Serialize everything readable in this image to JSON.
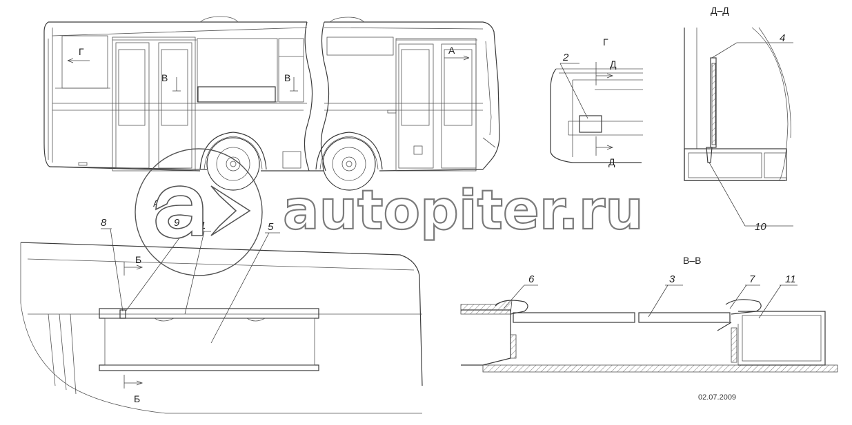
{
  "views": {
    "section_dd": "Д–Д",
    "view_g": "Г",
    "section_vv": "В–В"
  },
  "section_marks": {
    "g": "Г",
    "a": "А",
    "a_lower": "А",
    "v_left": "В",
    "v_right": "В",
    "d_top": "Д",
    "d_bottom": "Д",
    "b_top": "Б",
    "b_bottom": "Б"
  },
  "callouts": {
    "n1": "1",
    "n2": "2",
    "n3": "3",
    "n4": "4",
    "n5": "5",
    "n6": "6",
    "n7": "7",
    "n8": "8",
    "n9": "9",
    "n10": "10",
    "n11": "11"
  },
  "date": "02.07.2009",
  "watermark": {
    "text": "autopiter.ru"
  }
}
